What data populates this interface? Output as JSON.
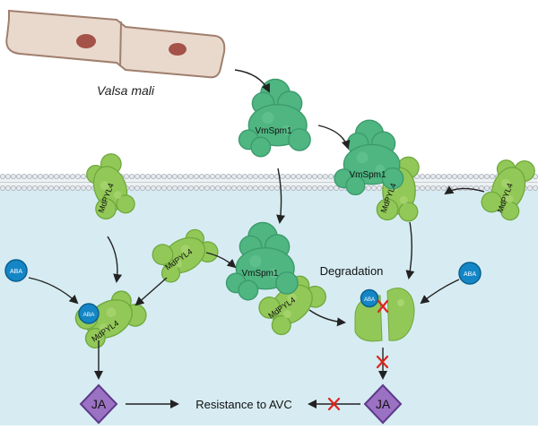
{
  "organism": {
    "label": "Valsa mali"
  },
  "proteins": {
    "effector": "VmSpm1",
    "receptor": "MdPYL4",
    "hormone": "ABA"
  },
  "nodes": {
    "ja_left": "JA",
    "ja_right": "JA",
    "outcome": "Resistance to AVC",
    "process": "Degradation"
  },
  "colors": {
    "fungus_fill": "#e9d9cd",
    "fungus_stroke": "#a07f6e",
    "fungus_nucleus": "#a4524a",
    "cytoplasm": "#d6ecf2",
    "membrane_head": "#e6eaee",
    "vmspm1_green": "#4fb581",
    "mdpyl4_green": "#92c858",
    "aba_blue": "#1486c6",
    "ja_purple": "#9b72c3",
    "inhibit_red": "#e0231c",
    "arrow": "#222222"
  },
  "icons": [
    "fungal-hypha-icon",
    "vmspm1-protein-icon",
    "mdpyl4-protein-icon",
    "aba-molecule-icon",
    "ja-diamond-icon",
    "inhibition-x-icon",
    "arrow-icon"
  ]
}
